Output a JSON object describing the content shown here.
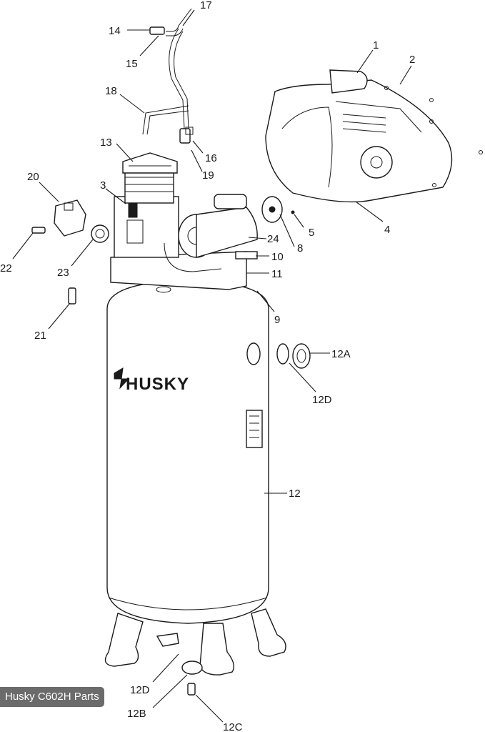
{
  "diagram": {
    "brand_text": "HUSKY",
    "labels": [
      "17",
      "14",
      "15",
      "18",
      "1",
      "2",
      "13",
      "16",
      "19",
      "20",
      "3",
      "4",
      "5",
      "8",
      "24",
      "10",
      "11",
      "22",
      "23",
      "21",
      "9",
      "12A",
      "12D",
      "12",
      "12D",
      "12B",
      "12C"
    ]
  },
  "caption": {
    "text": "Husky C602H Parts"
  }
}
